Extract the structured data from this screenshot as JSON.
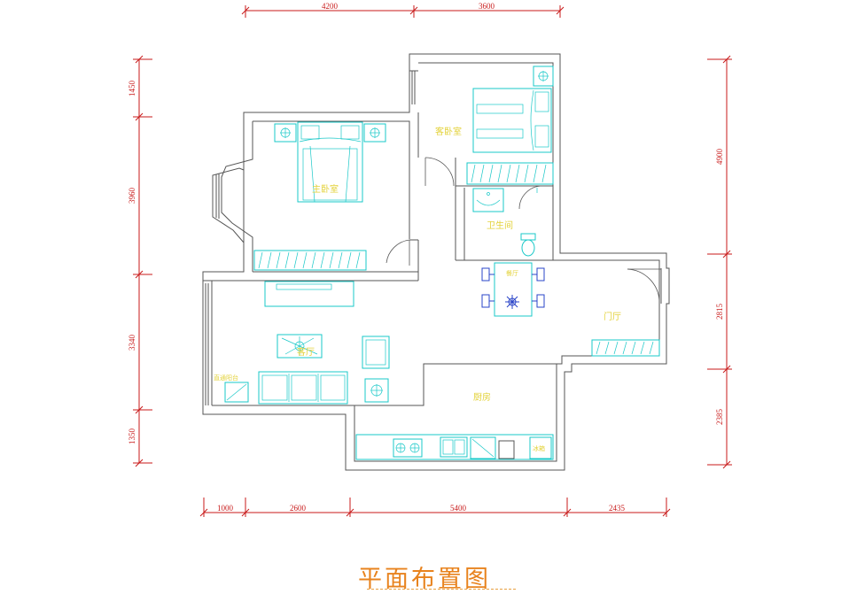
{
  "title": "平面布置图",
  "colors": {
    "walls": "#555555",
    "furniture": "#19c8c8",
    "dimensions": "#c81a1a",
    "room_labels": "#e3d23a",
    "title": "#e8831e"
  },
  "dimensions": {
    "top": [
      "4200",
      "3600"
    ],
    "bottom": [
      "1000",
      "2600",
      "5400",
      "2435"
    ],
    "left": [
      "1450",
      "3960",
      "3340",
      "1350"
    ],
    "right": [
      "4900",
      "2815",
      "2385"
    ]
  },
  "rooms": {
    "master_bedroom": "主卧室",
    "second_bedroom": "客卧室",
    "bathroom": "卫生间",
    "dining": "餐厅",
    "living": "客厅",
    "foyer": "门厅",
    "kitchen": "厨房",
    "balcony": "直通阳台",
    "fridge": "冰箱"
  }
}
